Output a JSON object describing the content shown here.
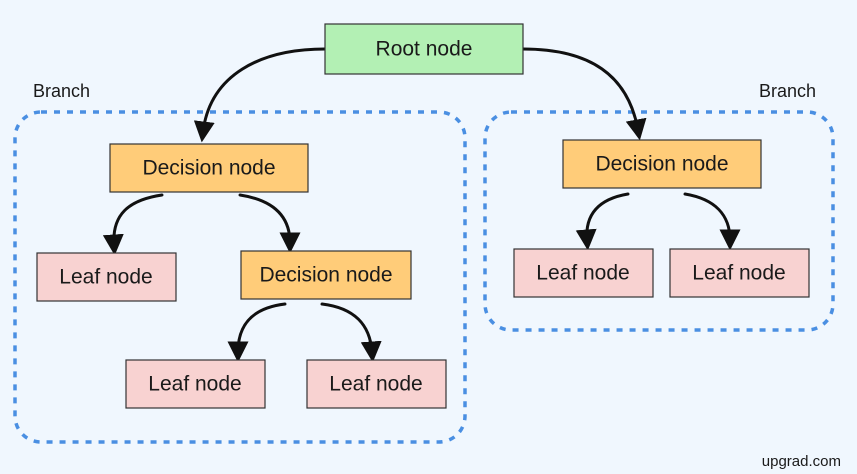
{
  "diagram": {
    "branch_left_label": "Branch",
    "branch_right_label": "Branch",
    "root": {
      "label": "Root node",
      "kind": "root"
    },
    "left": {
      "decision": {
        "label": "Decision node",
        "kind": "decision"
      },
      "leaf": {
        "label": "Leaf node",
        "kind": "leaf"
      },
      "sub_decision": {
        "label": "Decision node",
        "kind": "decision"
      },
      "sub_leaf_a": {
        "label": "Leaf node",
        "kind": "leaf"
      },
      "sub_leaf_b": {
        "label": "Leaf node",
        "kind": "leaf"
      }
    },
    "right": {
      "decision": {
        "label": "Decision node",
        "kind": "decision"
      },
      "leaf_a": {
        "label": "Leaf node",
        "kind": "leaf"
      },
      "leaf_b": {
        "label": "Leaf node",
        "kind": "leaf"
      }
    },
    "edges": [
      {
        "from": "root",
        "to": "left-decision"
      },
      {
        "from": "root",
        "to": "right-decision"
      },
      {
        "from": "left-decision",
        "to": "left-leaf"
      },
      {
        "from": "left-decision",
        "to": "left-sub-decision"
      },
      {
        "from": "left-sub-decision",
        "to": "left-sub-leaf-a"
      },
      {
        "from": "left-sub-decision",
        "to": "left-sub-leaf-b"
      },
      {
        "from": "right-decision",
        "to": "right-leaf-a"
      },
      {
        "from": "right-decision",
        "to": "right-leaf-b"
      }
    ]
  },
  "credit": "upgrad.com",
  "colors": {
    "background": "#f0f7fe",
    "root_fill": "#b3f0b4",
    "decision_fill": "#ffcc79",
    "leaf_fill": "#f8d2d1",
    "branch_border": "#4a8fe2",
    "stroke": "#1a1a1a"
  }
}
